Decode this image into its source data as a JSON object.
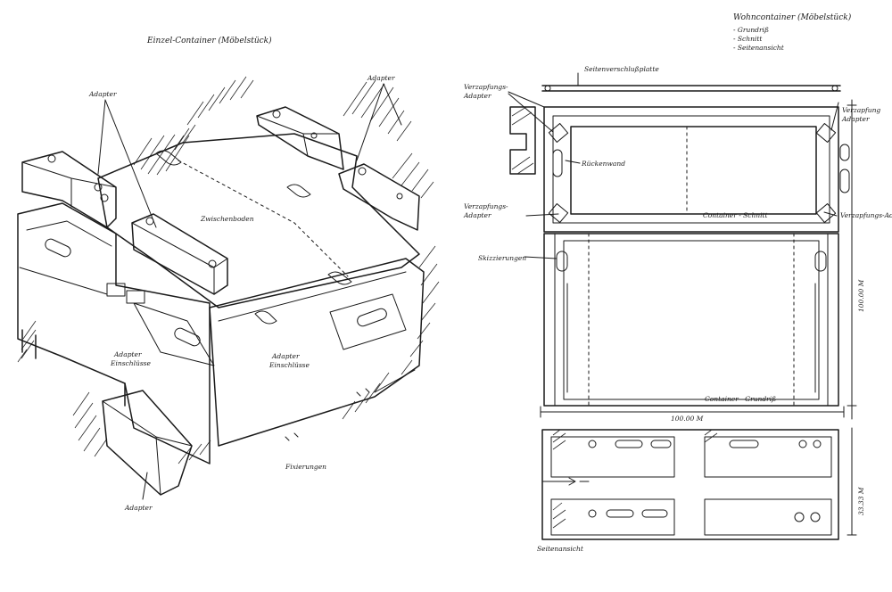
{
  "left_sketch": {
    "title": "Einzel-Container (Möbelstück)",
    "labels": {
      "adapter_top_left": "Adapter",
      "adapter_top_right": "Adapter",
      "zwischenboden": "Zwischenboden",
      "adapter_einschluesse_front": [
        "Adapter",
        "Einschlüsse"
      ],
      "adapter_einschluesse_side": [
        "Adapter",
        "Einschlüsse"
      ],
      "fixierungen": "Fixierungen",
      "adapter_bottom": "Adapter"
    }
  },
  "right_sketch": {
    "legend_title": "Wohncontainer (Möbelstück)",
    "legend_items": [
      "- Grundriß",
      "- Schnitt",
      "- Seitenansicht"
    ],
    "labels": {
      "seitenverschlussplatte": "Seitenverschlußplatte",
      "verzapfungs_adapter_tl": [
        "Verzapfungs-",
        "Adapter"
      ],
      "verzapfung_adapter_tr": [
        "Verzapfung",
        "Adapter"
      ],
      "rueckenwand": "Rückenwand",
      "verzapfungs_adapter_ml": [
        "Verzapfungs-",
        "Adapter"
      ],
      "verzapfungs_adapter_mr": "Verzapfungs-Adapter",
      "container_schnitt": "Container - Schnitt",
      "skizzierungen": "Skizzierungen",
      "dim_vertical_1": "100.00 M",
      "container_grundriss": "Container - Grundriß",
      "dim_horizontal": "100.00 M",
      "dim_vertical_2": "33.33 M",
      "seitenansicht": "Seitenansicht"
    }
  }
}
